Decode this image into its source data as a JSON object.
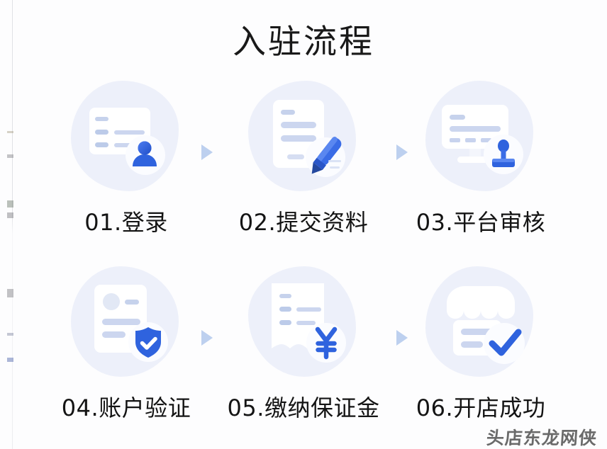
{
  "page": {
    "title": "入驻流程",
    "background_color": "#fdfdfe",
    "accent_color": "#2f63de",
    "blob_color": "#eceffa",
    "line_color": "#ccd6ef",
    "arrow_color": "#bdd0ef",
    "text_color": "#141414"
  },
  "watermark": {
    "text": "头店东龙网侠"
  },
  "arrows": {
    "row1_left": "▶",
    "row1_right": "▶",
    "row2_left": "▶",
    "row2_right": "▶"
  },
  "steps": [
    {
      "number": "01",
      "label": "01.登录",
      "name": "登录",
      "icon": "form-with-user-avatar-icon",
      "icon_glyph": "person"
    },
    {
      "number": "02",
      "label": "02.提交资料",
      "name": "提交资料",
      "icon": "document-with-pen-icon",
      "icon_glyph": "pen"
    },
    {
      "number": "03",
      "label": "03.平台审核",
      "name": "平台审核",
      "icon": "monitor-with-stamp-icon",
      "icon_glyph": "stamp"
    },
    {
      "number": "04",
      "label": "04.账户验证",
      "name": "账户验证",
      "icon": "id-card-with-shield-check-icon",
      "icon_glyph": "shield-check"
    },
    {
      "number": "05",
      "label": "05.缴纳保证金",
      "name": "缴纳保证金",
      "icon": "invoice-with-yuan-icon",
      "icon_glyph": "¥"
    },
    {
      "number": "06",
      "label": "06.开店成功",
      "name": "开店成功",
      "icon": "storefront-with-check-icon",
      "icon_glyph": "check"
    }
  ]
}
